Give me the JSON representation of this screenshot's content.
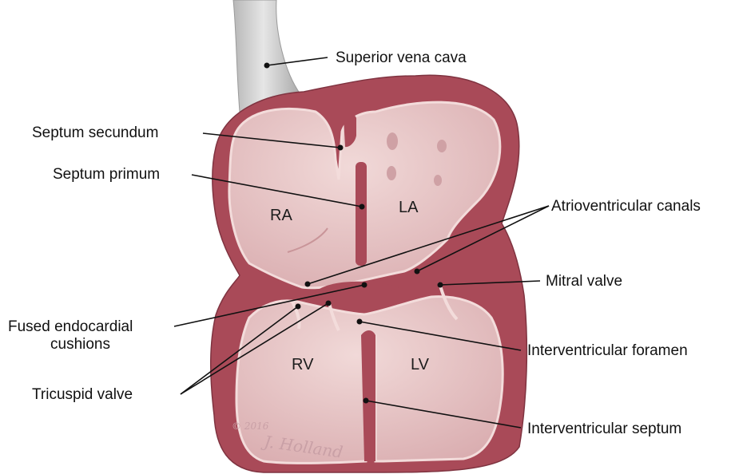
{
  "labels": {
    "superior_vena_cava": "Superior vena cava",
    "septum_secundum": "Septum secundum",
    "septum_primum": "Septum primum",
    "atrioventricular_canals": "Atrioventricular canals",
    "mitral_valve": "Mitral valve",
    "fused_endocardial_cushions_line1": "Fused endocardial",
    "fused_endocardial_cushions_line2": "cushions",
    "interventricular_foramen": "Interventricular foramen",
    "tricuspid_valve": "Tricuspid valve",
    "interventricular_septum": "Interventricular septum"
  },
  "chambers": {
    "ra": "RA",
    "la": "LA",
    "rv": "RV",
    "lv": "LV"
  },
  "signature": {
    "year": "© 2016",
    "artist": "J. Holland"
  },
  "colors": {
    "wall": "#a94a58",
    "wall_dark": "#8e3947",
    "chamber": "#e2bcbd",
    "chamber_light": "#f0d7d6",
    "vessel": "#c9c9c9"
  }
}
